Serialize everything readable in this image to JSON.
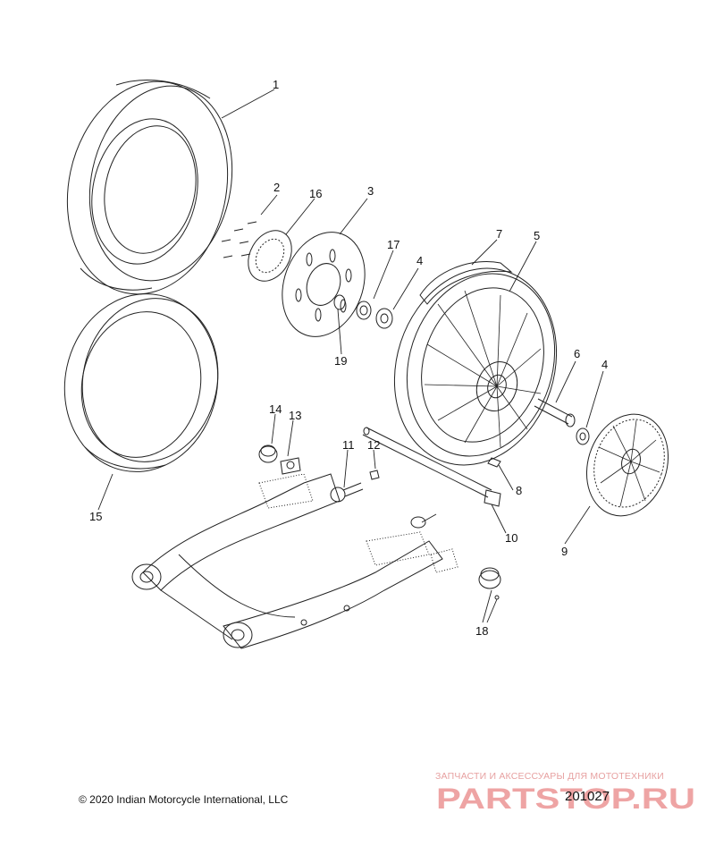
{
  "callouts": [
    "1",
    "2",
    "3",
    "4",
    "4",
    "5",
    "6",
    "7",
    "8",
    "9",
    "10",
    "11",
    "12",
    "13",
    "14",
    "15",
    "16",
    "17",
    "18",
    "19"
  ],
  "footer": {
    "copyright": "© 2020 Indian Motorcycle International, LLC",
    "drawing_number": "201027"
  },
  "watermark": {
    "caption": "ЗАПЧАСТИ И АКСЕССУАРЫ ДЛЯ МОТОТЕХНИКИ",
    "logo_text": "PARTSTOP.RU",
    "color": "#e05a5a"
  },
  "colors": {
    "line": "#222222",
    "text": "#111111"
  }
}
